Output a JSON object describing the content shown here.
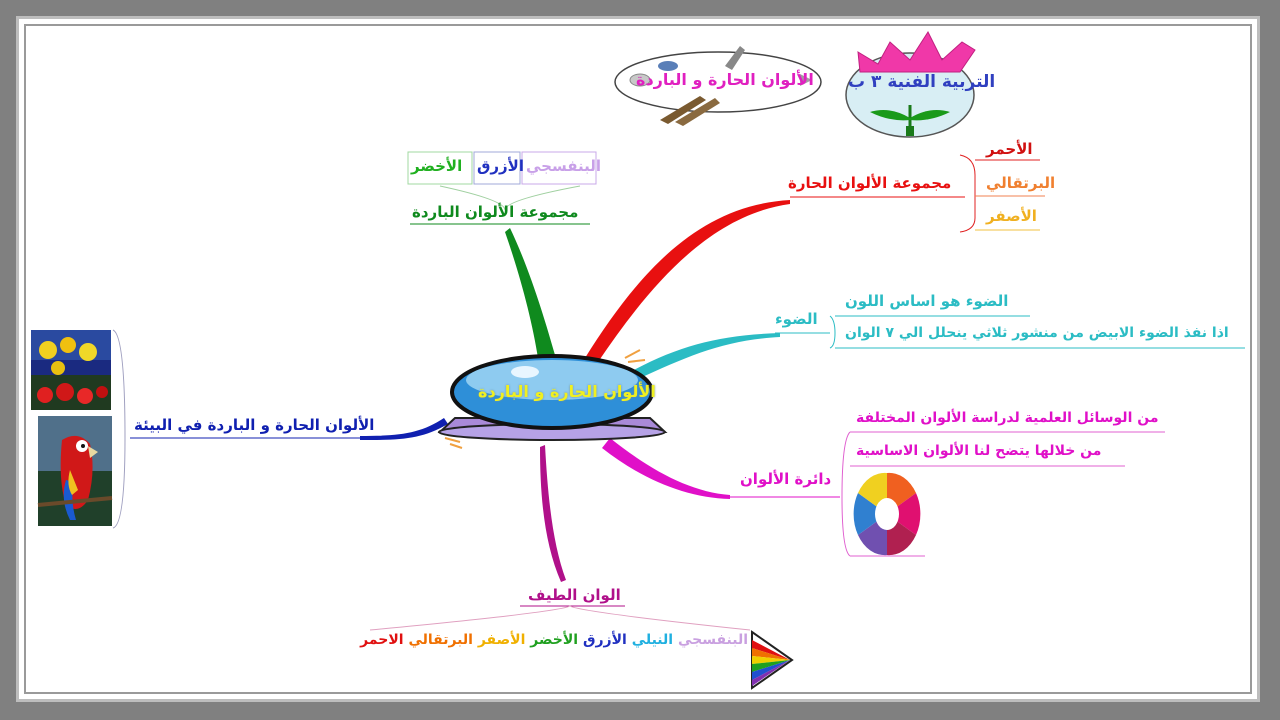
{
  "title": {
    "subject": "التربية الفنية ٣ ب",
    "topic": "الألوان الحارة و الباردة"
  },
  "center": {
    "label": "الألوان الحارة و الباردة"
  },
  "branches": {
    "warm": {
      "label": "مجموعة الألوان الحارة",
      "items": [
        "الأحمر",
        "البرتقالي",
        "الأصفر"
      ]
    },
    "cool": {
      "label": "مجموعة الألوان الباردة",
      "items": [
        "البنفسجي",
        "الأزرق",
        "الأخضر"
      ]
    },
    "light": {
      "label": "الضوء",
      "items": [
        "الضوء هو اساس اللون",
        "اذا نفذ الضوء الابيض من منشور ثلاثي ينحلل الي ٧ الوان"
      ]
    },
    "wheel": {
      "label": "دائرة الألوان",
      "items": [
        "من الوسائل العلمية لدراسة الألوان المختلفة",
        "من خلالها يتضح لنا الألوان الاساسية"
      ]
    },
    "spectrum": {
      "label": "الوان الطيف",
      "items": [
        "البنفسجي",
        "النيلي",
        "الأزرق",
        "الأخضر",
        "الأصفر",
        "البرتقالي",
        "الاحمر"
      ]
    },
    "environment": {
      "label": "الألوان الحارة و الباردة في البيئة"
    }
  },
  "colors": {
    "warm": "#e81010",
    "cool": "#0f8a1e",
    "light": "#2bbcc4",
    "wheel": "#e010c8",
    "spectrum": "#b0108a",
    "environment": "#1020b0",
    "spectrum_items": [
      "#c9a0e0",
      "#20b0e0",
      "#2030c0",
      "#20a020",
      "#f0b000",
      "#f07000",
      "#e01010"
    ]
  },
  "icons": {
    "logo": "flower-emblem-icon",
    "palette": "paint-palette-icon",
    "bubble": "crystal-ball-icon",
    "color_wheel": "color-wheel-icon",
    "prism": "prism-icon",
    "photo_flowers": "flowers-photo",
    "photo_parrot": "parrot-photo"
  }
}
